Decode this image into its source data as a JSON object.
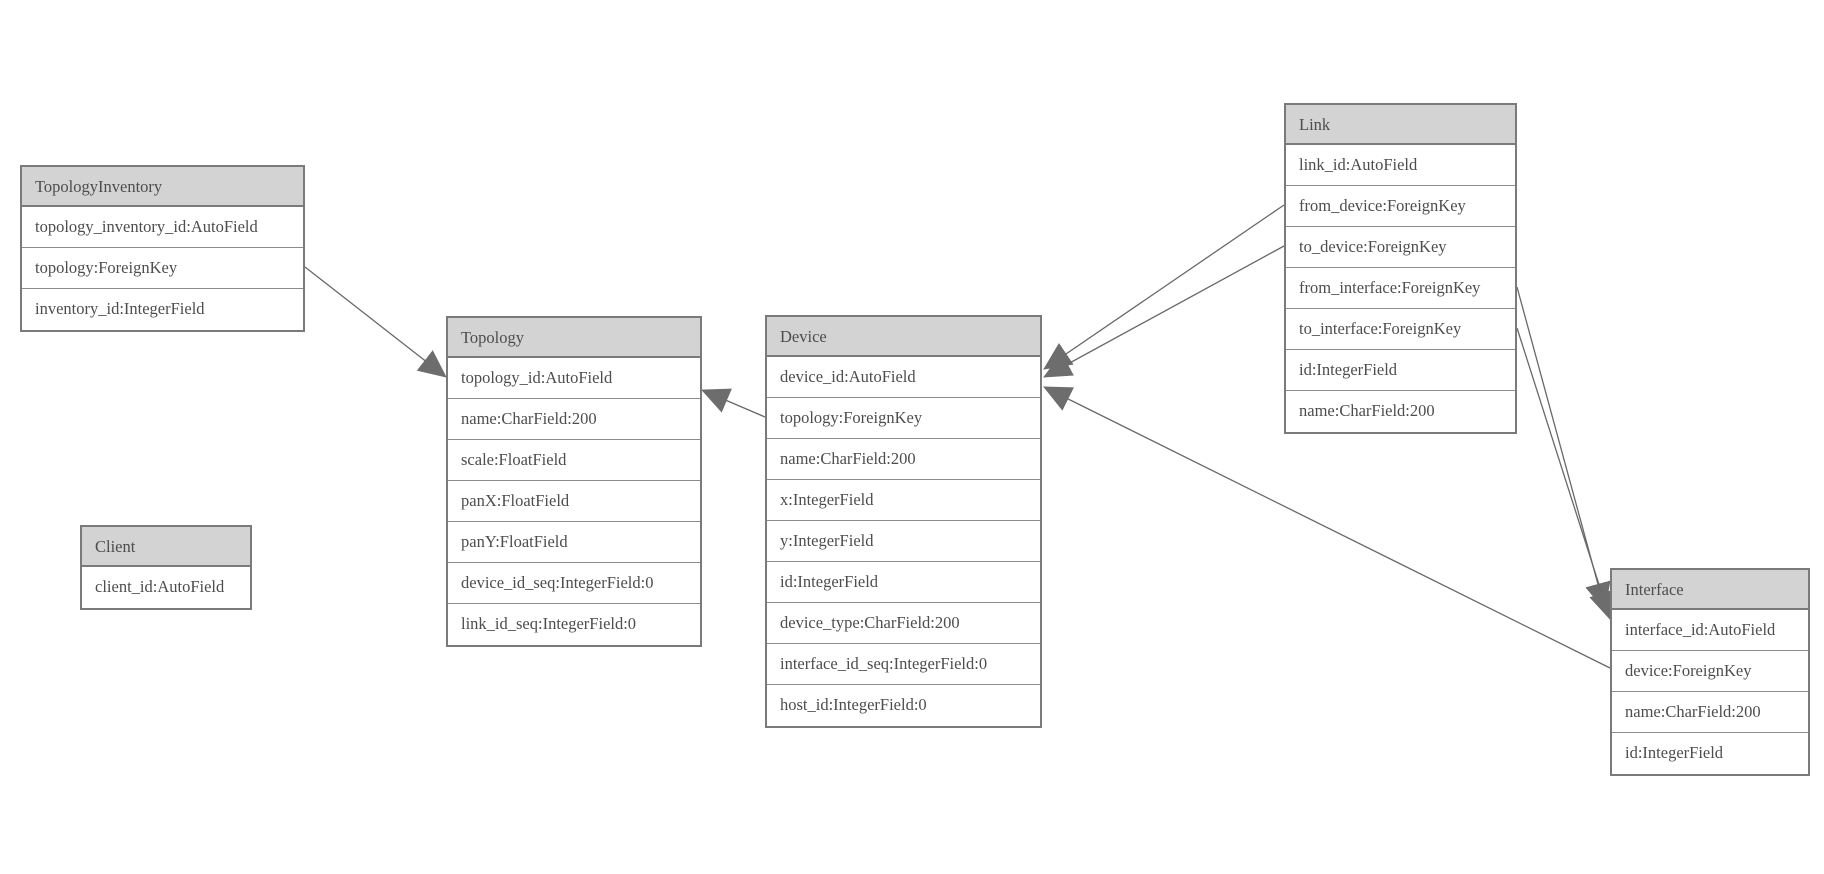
{
  "entities": [
    {
      "name": "TopologyInventory",
      "fields": [
        "topology_inventory_id:AutoField",
        "topology:ForeignKey",
        "inventory_id:IntegerField"
      ]
    },
    {
      "name": "Topology",
      "fields": [
        "topology_id:AutoField",
        "name:CharField:200",
        "scale:FloatField",
        "panX:FloatField",
        "panY:FloatField",
        "device_id_seq:IntegerField:0",
        "link_id_seq:IntegerField:0"
      ]
    },
    {
      "name": "Client",
      "fields": [
        "client_id:AutoField"
      ]
    },
    {
      "name": "Device",
      "fields": [
        "device_id:AutoField",
        "topology:ForeignKey",
        "name:CharField:200",
        "x:IntegerField",
        "y:IntegerField",
        "id:IntegerField",
        "device_type:CharField:200",
        "interface_id_seq:IntegerField:0",
        "host_id:IntegerField:0"
      ]
    },
    {
      "name": "Link",
      "fields": [
        "link_id:AutoField",
        "from_device:ForeignKey",
        "to_device:ForeignKey",
        "from_interface:ForeignKey",
        "to_interface:ForeignKey",
        "id:IntegerField",
        "name:CharField:200"
      ]
    },
    {
      "name": "Interface",
      "fields": [
        "interface_id:AutoField",
        "device:ForeignKey",
        "name:CharField:200",
        "id:IntegerField"
      ]
    }
  ],
  "relations": [
    {
      "from": "TopologyInventory.topology",
      "to": "Topology.topology_id"
    },
    {
      "from": "Device.topology",
      "to": "Topology.topology_id"
    },
    {
      "from": "Link.from_device",
      "to": "Device.device_id"
    },
    {
      "from": "Link.to_device",
      "to": "Device.device_id"
    },
    {
      "from": "Interface.device",
      "to": "Device.device_id"
    },
    {
      "from": "Link.from_interface",
      "to": "Interface.interface_id"
    },
    {
      "from": "Link.to_interface",
      "to": "Interface.interface_id"
    }
  ],
  "colors": {
    "background": "#ffffff",
    "header_bg": "#d3d3d3",
    "table_border": "#7a7a7a",
    "row_border": "#8c8c8c",
    "text": "#4d4d4d",
    "line": "#686868",
    "arrow": "#6d6d6d"
  }
}
